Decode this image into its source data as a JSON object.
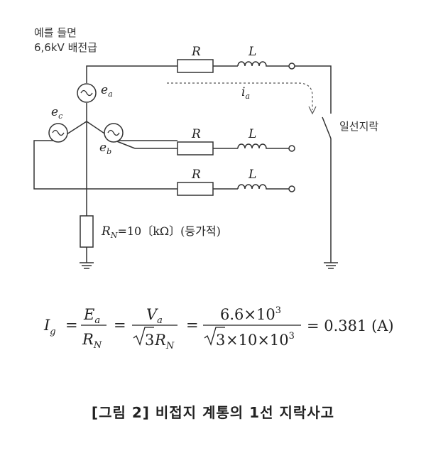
{
  "note": {
    "line1": "예를 들면",
    "line2": "6,6kV 배전급"
  },
  "labels": {
    "R": "R",
    "L": "L",
    "ea_base": "e",
    "ea_sub": "a",
    "eb_base": "e",
    "eb_sub": "b",
    "ec_base": "e",
    "ec_sub": "c",
    "ia_base": "i",
    "ia_sub": "a",
    "fault": "일선지락",
    "rn_base": "R",
    "rn_sub": "N",
    "rn_value": "=10〔kΩ〕(등가적)"
  },
  "formula": {
    "ig_base": "I",
    "ig_sub": "g",
    "eq": "=",
    "ea_base": "E",
    "ea_sub": "a",
    "rn_base": "R",
    "rn_sub": "N",
    "va_base": "V",
    "va_sub": "a",
    "sqrt3": "3",
    "num3": "6.6×10",
    "exp3": "3",
    "den3": "×10×10",
    "result": "= 0.381 (A)"
  },
  "caption": "[그림 2] 비접지 계통의 1선 지락사고"
}
